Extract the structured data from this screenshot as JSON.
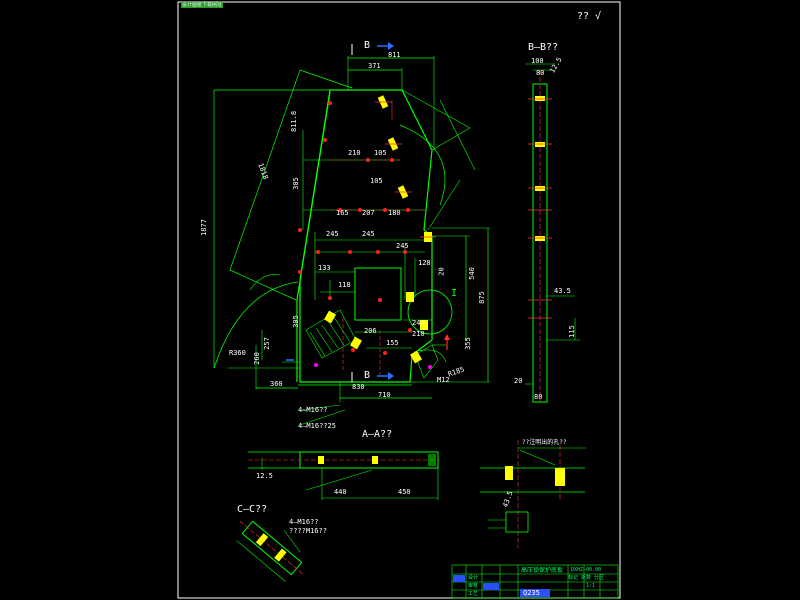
{
  "header": {
    "stamp": "设计图纸下载网址",
    "corner_mark": "?? √"
  },
  "views": {
    "main_section_marker_top": "B",
    "main_section_marker_bottom": "B",
    "section_bb_title": "B—B??",
    "section_aa_title": "A—A??",
    "section_cc_title": "C—C??",
    "detail_marker": "I"
  },
  "main_view_dims": {
    "d811": "811",
    "d371": "371",
    "d811_8": "811.8",
    "d1877": "1877",
    "d1818": "1818",
    "d305_a": "305",
    "d210": "210",
    "d105_a": "105",
    "d105_b": "105",
    "d165": "165",
    "d207": "207",
    "d180": "180",
    "d245_a": "245",
    "d245_b": "245",
    "d245_c": "245",
    "d133": "133",
    "d118": "118",
    "d128": "128",
    "d20": "20",
    "d540": "540",
    "d875": "875",
    "d355": "355",
    "d210_b": "210",
    "d206": "206",
    "d155": "155",
    "d244": "244",
    "d305_b": "305",
    "d257": "257",
    "d260": "260",
    "d360": "360",
    "r360": "R360",
    "r185": "R185",
    "d830": "830",
    "d710": "710",
    "m12": "M12",
    "note_m16": "4—M16??",
    "note_m16_25": "4—M16??25"
  },
  "section_bb_dims": {
    "d100": "100",
    "d80": "80",
    "d12_5": "12.5",
    "d43_5": "43.5",
    "d115": "115",
    "d20": "20",
    "d80b": "80"
  },
  "section_aa_dims": {
    "d440": "440",
    "d450": "450",
    "d12_5": "12.5"
  },
  "detail_dims": {
    "note": "??注明出的孔??",
    "d43_5": "43.5"
  },
  "section_cc_dims": {
    "note1": "4—M16??",
    "note2": "????M16??"
  },
  "title_block": {
    "part_name": "高压锁保护底板",
    "drawing_no": "DXHZ—00.00",
    "material": "Q235",
    "scale": "1:1",
    "row1": "标记 处数 分区",
    "row2": "设计",
    "row3": "审核",
    "row4": "工艺"
  },
  "colors": {
    "background": "#000000",
    "border": "#ffffff",
    "geometry_green": "#00ff00",
    "dimension_white": "#ffffff",
    "hole_red": "#ff2020",
    "centerline_red": "#ff3030",
    "hatch_yellow": "#ffff00",
    "arrow_blue": "#2a6fff",
    "hole_magenta": "#ff00ff"
  }
}
